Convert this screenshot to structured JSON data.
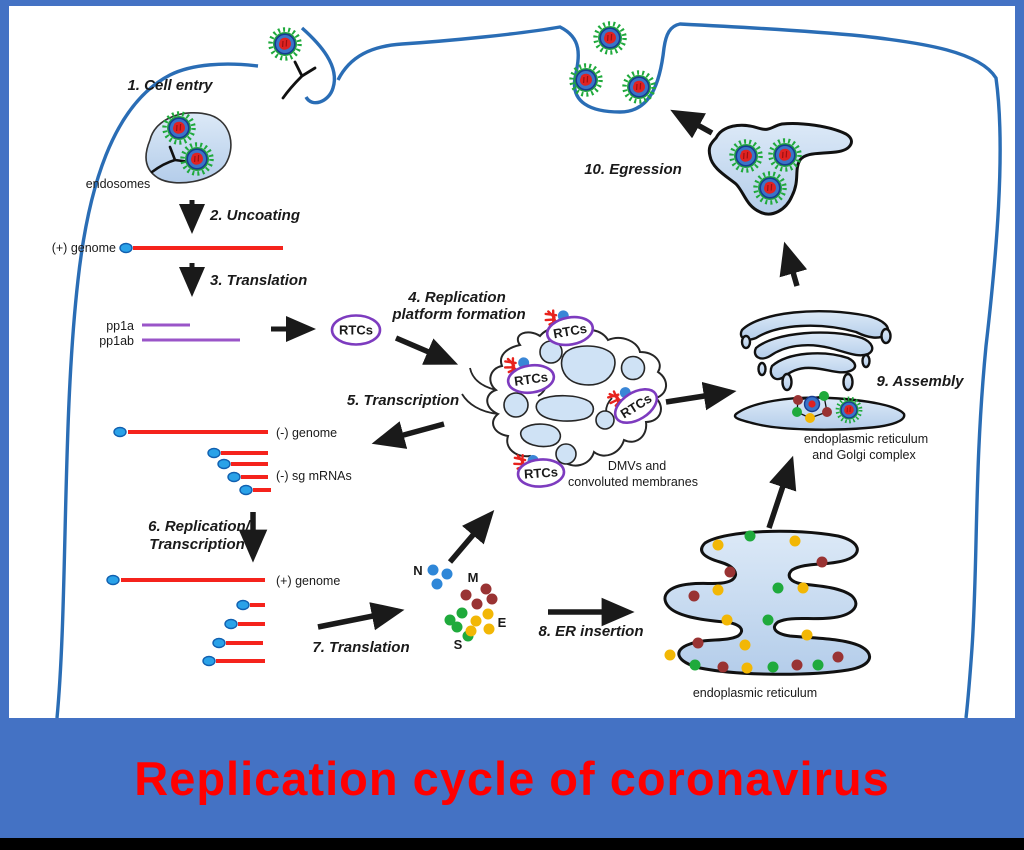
{
  "title": {
    "banner_text": "Replication cycle of coronavirus"
  },
  "steps": {
    "s1": "1. Cell entry",
    "s2": "2. Uncoating",
    "s3": "3. Translation",
    "s4a": "4. Replication",
    "s4b": "platform formation",
    "s5": "5. Transcription",
    "s6a": "6. Replication/",
    "s6b": "Transcription",
    "s7": "7. Translation",
    "s8": "8. ER insertion",
    "s9": "9. Assembly",
    "s10": "10. Egression"
  },
  "labels": {
    "endosomes": "endosomes",
    "plus_genome_1": "(+) genome",
    "pp1a": "pp1a",
    "pp1ab": "pp1ab",
    "rtcs": "RTCs",
    "minus_genome": "(-) genome",
    "minus_sg_mrnas": "(-) sg mRNAs",
    "plus_genome_2": "(+) genome",
    "dmvs_line1": "DMVs and",
    "dmvs_line2": "convoluted membranes",
    "er_label": "endoplasmic reticulum",
    "ergic_line1": "endoplasmic reticulum",
    "ergic_line2": "and Golgi complex",
    "protein_n": "N",
    "protein_m": "M",
    "protein_e": "E",
    "protein_s": "S"
  },
  "colors": {
    "border_and_banner_blue": "#4472c4",
    "title_red": "#ff0000",
    "membrane_blue": "#2a6db5",
    "rna_red": "#f5231c",
    "cap_blue": "#2aa2e8",
    "polyprotein_purple": "#9a55c8",
    "rtc_purple": "#7d3bbf",
    "virus_spike_green": "#1faa3c",
    "virus_envelope_blue": "#3a74c9",
    "virus_core_red": "#df2222",
    "protein_n_blue": "#2f87d8",
    "protein_m_maroon": "#993333",
    "protein_s_green": "#1faa3c",
    "protein_e_yellow": "#f2b705",
    "organelle_fill_light_blue": "#cfe2f5",
    "arrow_black": "#1a1a1a",
    "bottom_bar_black": "#000000"
  }
}
